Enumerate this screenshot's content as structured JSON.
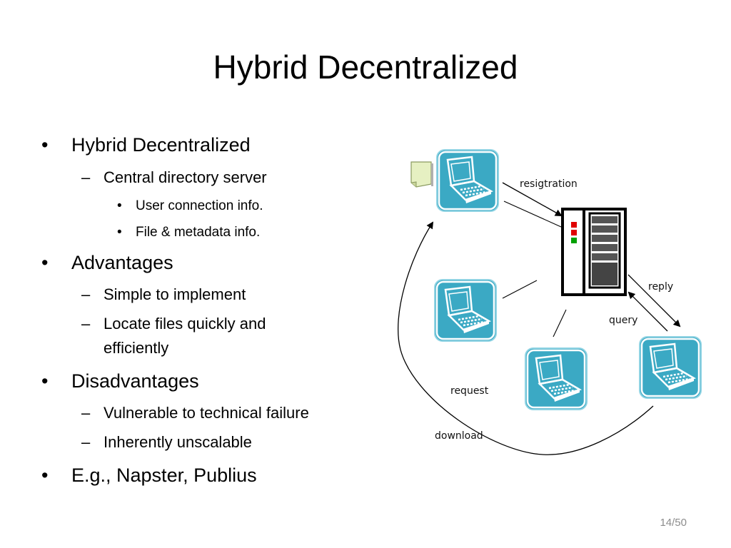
{
  "slide": {
    "title": "Hybrid Decentralized",
    "page_number": "14/50"
  },
  "bullets": [
    {
      "level": 1,
      "marker": "•",
      "text": "Hybrid Decentralized"
    },
    {
      "level": 2,
      "marker": "–",
      "text": "Central directory server"
    },
    {
      "level": 3,
      "marker": "•",
      "text": "User connection info."
    },
    {
      "level": 3,
      "marker": "•",
      "text": "File & metadata info."
    },
    {
      "level": 1,
      "marker": "•",
      "text": "Advantages"
    },
    {
      "level": 2,
      "marker": "–",
      "text": "Simple to implement"
    },
    {
      "level": 2,
      "marker": "–",
      "text": "Locate files quickly and efficiently"
    },
    {
      "level": 1,
      "marker": "•",
      "text": "Disadvantages"
    },
    {
      "level": 2,
      "marker": "–",
      "text": "Vulnerable to technical failure"
    },
    {
      "level": 2,
      "marker": "–",
      "text": "Inherently unscalable"
    },
    {
      "level": 1,
      "marker": "•",
      "text": "E.g., Napster, Publius"
    }
  ],
  "diagram": {
    "labels": {
      "registration": "resigtration",
      "reply": "reply",
      "query": "query",
      "request": "request",
      "download": "download"
    },
    "colors": {
      "peer_fill": "#3ba9c4",
      "peer_border": "#8fd3e3",
      "server_fill": "#ffffff",
      "server_stroke": "#000000",
      "light_red": "#e00000",
      "light_green": "#00a000",
      "document_fill": "#e6f0c2"
    },
    "icons": [
      "laptop-peer-icon",
      "directory-server-icon",
      "document-icon"
    ]
  }
}
